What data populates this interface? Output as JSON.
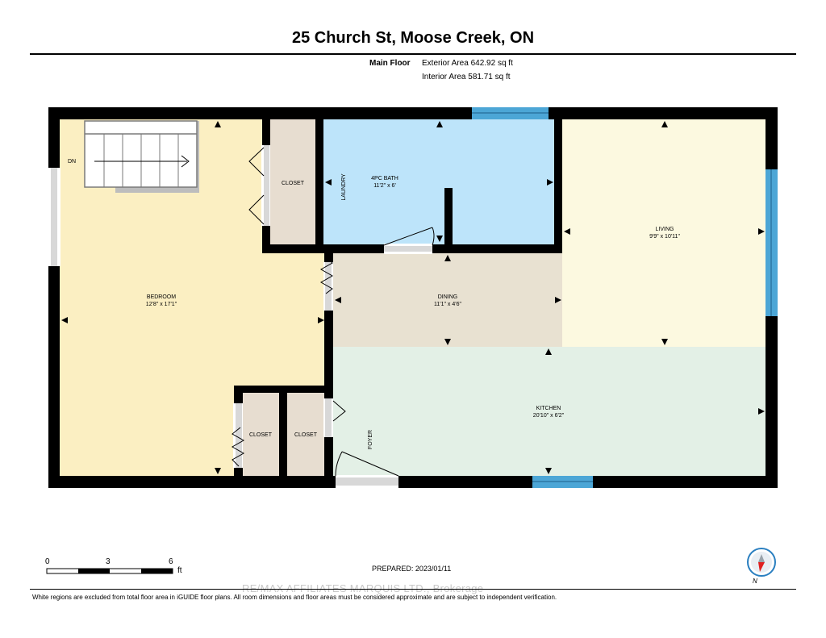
{
  "header": {
    "title": "25 Church St, Moose Creek, ON",
    "floor_name": "Main Floor",
    "exterior_area": "Exterior Area 642.92 sq ft",
    "interior_area": "Interior Area 581.71 sq ft"
  },
  "rooms": {
    "bedroom": {
      "name": "BEDROOM",
      "dims": "12'8\" x 17'1\""
    },
    "bath": {
      "name": "4PC BATH",
      "dims": "11'2\" x 6'"
    },
    "living": {
      "name": "LIVING",
      "dims": "9'9\" x 10'11\""
    },
    "dining": {
      "name": "DINING",
      "dims": "11'1\" x 4'6\""
    },
    "kitchen": {
      "name": "KITCHEN",
      "dims": "20'10\" x 6'2\""
    },
    "closet_top": "CLOSET",
    "closet_bottom_left": "CLOSET",
    "closet_bottom_right": "CLOSET",
    "laundry": "LAUNDRY",
    "foyer": "FOYER",
    "stairs_label": "DN"
  },
  "scale": {
    "tick0": "0",
    "tick3": "3",
    "tick6": "6",
    "unit": "ft"
  },
  "prepared": "PREPARED: 2023/01/11",
  "watermark": "RE/MAX AFFILIATES MARQUIS LTD., Brokerage",
  "disclaimer": "White regions are excluded from total floor area in iGUIDE floor plans. All room dimensions and floor areas must be considered approximate and are subject to independent verification.",
  "compass_label": "N",
  "colors": {
    "bedroom": "#fbefc2",
    "bath": "#bde4fa",
    "living": "#fcf9e0",
    "dining": "#e8e1d1",
    "kitchen": "#e3f0e6",
    "closet": "#e7ddd0",
    "window": "#4ca6d6",
    "wall": "#000000"
  }
}
